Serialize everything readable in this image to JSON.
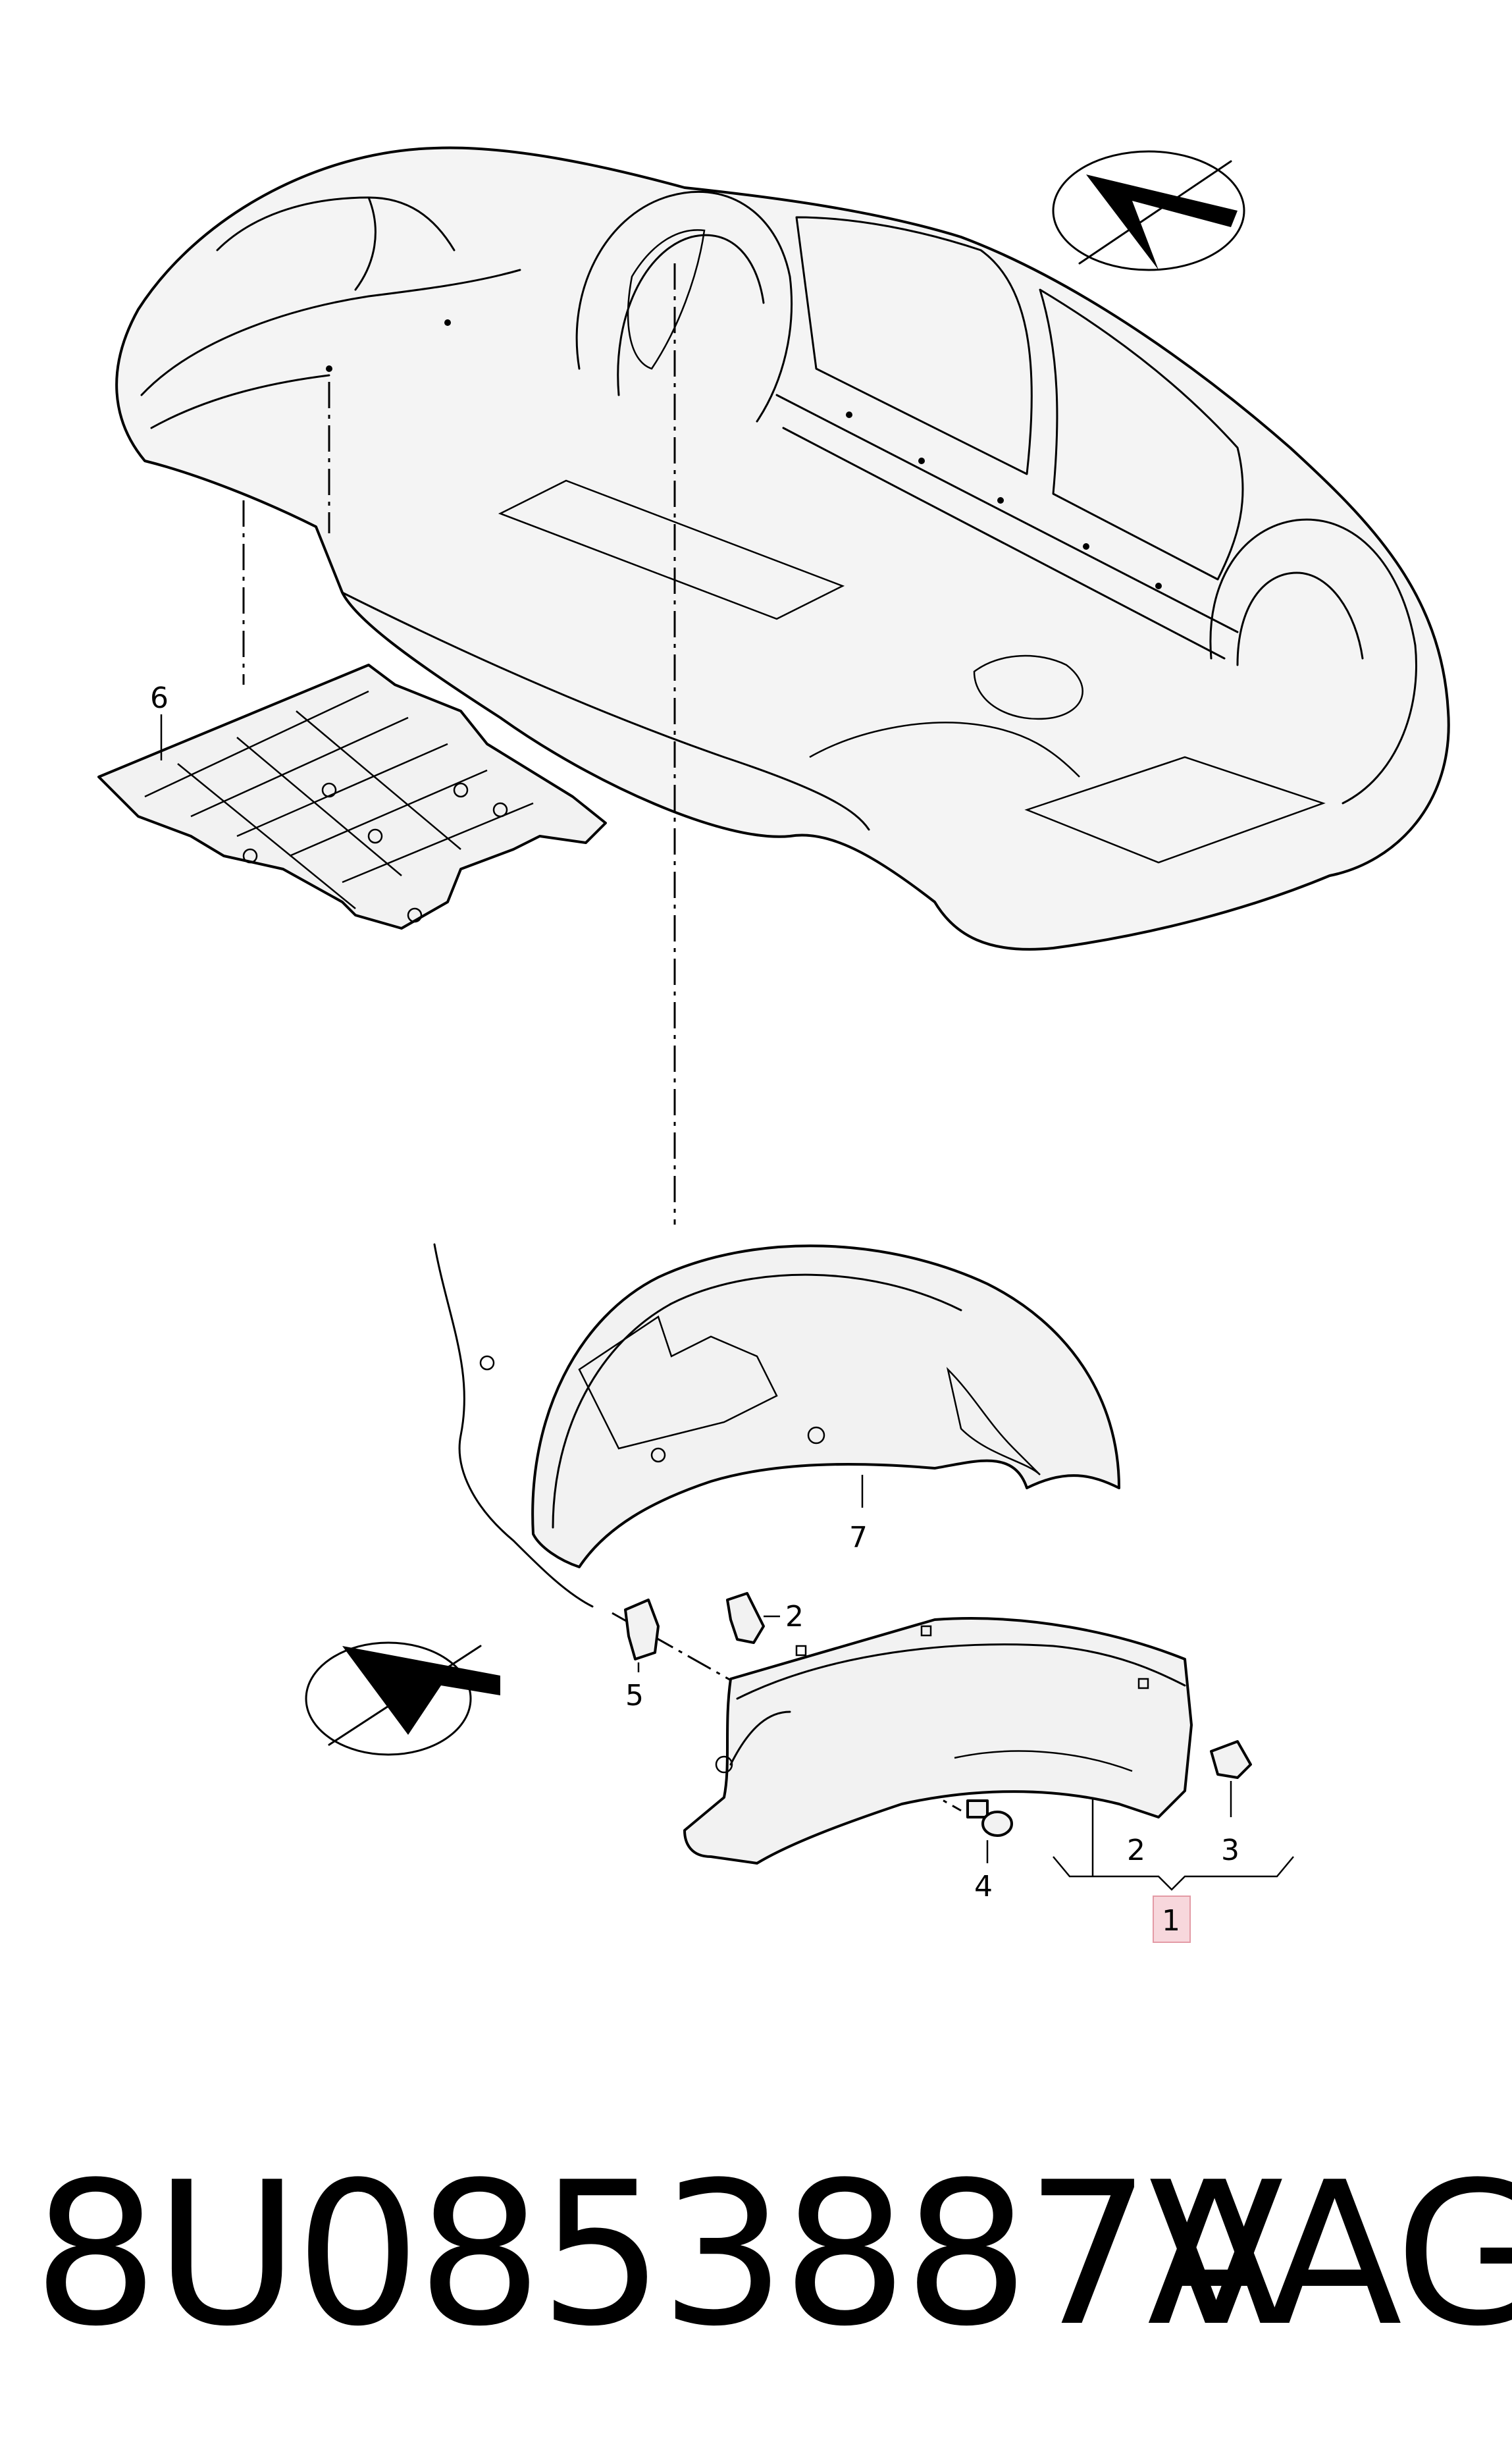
{
  "diagram": {
    "callouts": {
      "c1": "1",
      "c2a": "2",
      "c2b": "2",
      "c3": "3",
      "c4": "4",
      "c5": "5",
      "c6": "6",
      "c7": "7"
    },
    "highlight_color": "#f7d7dc"
  },
  "footer": {
    "part_number": "8U0853887A",
    "brand": "VAG"
  }
}
